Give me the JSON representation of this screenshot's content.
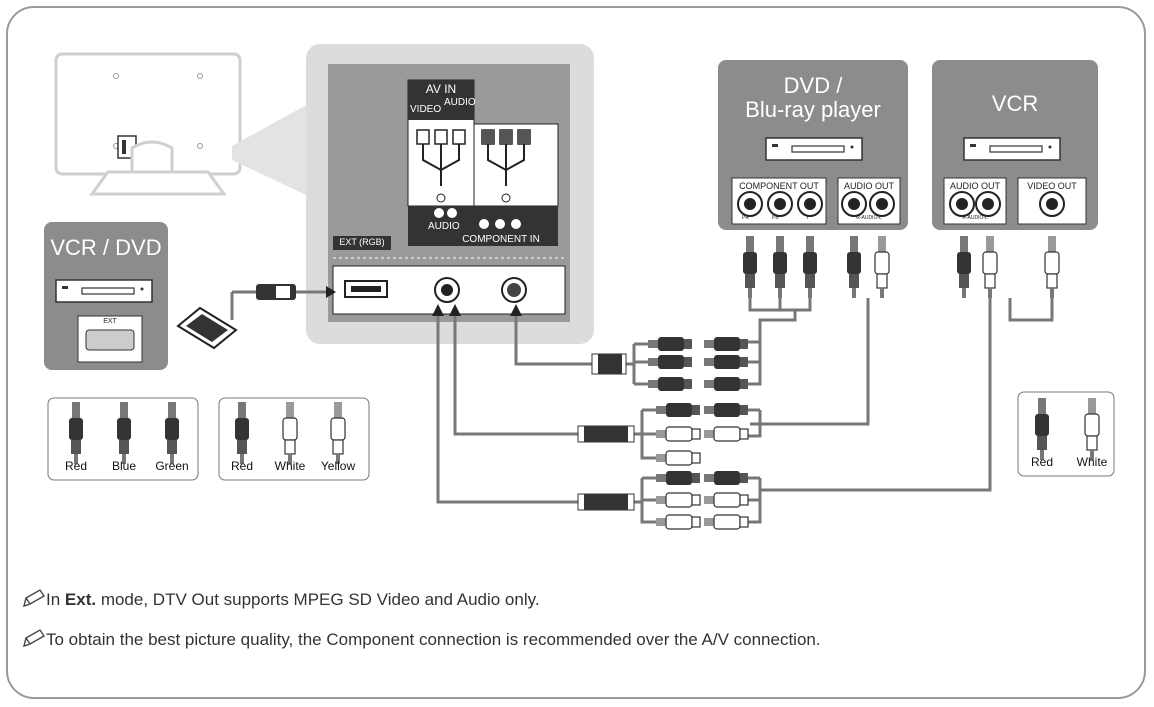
{
  "devices": {
    "vcr_dvd": {
      "title": "VCR / DVD",
      "port_label": "EXT"
    },
    "dvd_bluray": {
      "title_line1": "DVD /",
      "title_line2": "Blu-ray player",
      "component_out": "COMPONENT OUT",
      "audio_out": "AUDIO OUT",
      "pr": "PR",
      "pb": "PB",
      "y": "Y",
      "audio_lr": "R-AUDIO-L"
    },
    "vcr": {
      "title": "VCR",
      "audio_out": "AUDIO OUT",
      "video_out": "VIDEO OUT",
      "audio_lr": "R-AUDIO-L"
    }
  },
  "tv_panel": {
    "av_in": "AV IN",
    "video": "VIDEO",
    "audio": "AUDIO",
    "audio_bottom": "AUDIO",
    "component_in": "COMPONENT IN",
    "ext_rgb": "EXT (RGB)"
  },
  "legends": {
    "component": [
      "Red",
      "Blue",
      "Green"
    ],
    "av": [
      "Red",
      "White",
      "Yellow"
    ],
    "audio": [
      "Red",
      "White"
    ]
  },
  "notes": {
    "note1_prefix": "In ",
    "note1_bold": "Ext.",
    "note1_suffix": " mode, DTV Out supports MPEG SD Video and Audio only.",
    "note2": "To obtain the best picture quality, the Component connection is recommended over the A/V connection."
  },
  "colors": {
    "panel_gray": "#8c8c8c",
    "light_gray": "#dcdcdc",
    "cable": "#777777",
    "connector_dark": "#333333"
  }
}
